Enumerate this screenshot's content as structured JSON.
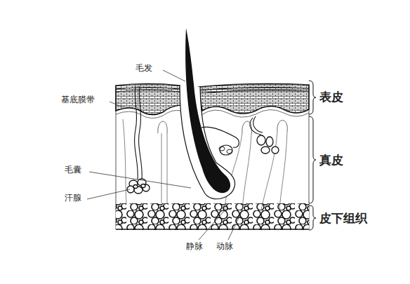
{
  "diagram": {
    "labels": [
      "毛发",
      "基底膜带",
      "表皮",
      "真皮",
      "毛囊",
      "汗腺",
      "皮下组织",
      "静脉",
      "动脉"
    ]
  }
}
